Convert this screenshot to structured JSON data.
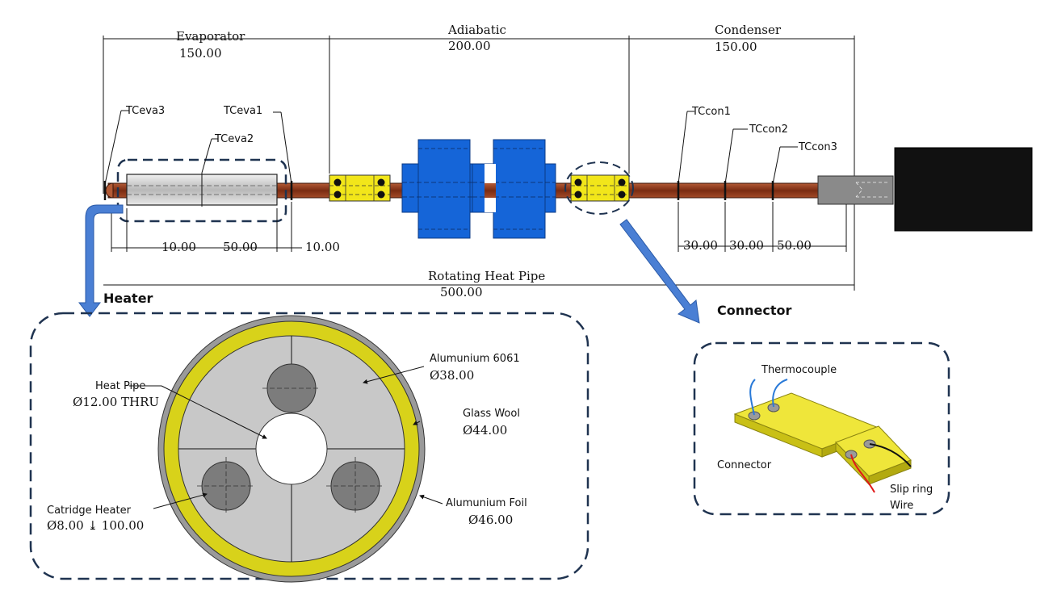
{
  "sections": [
    {
      "name": "Evaporator",
      "length": "150.00"
    },
    {
      "name": "Adiabatic",
      "length": "200.00"
    },
    {
      "name": "Condenser",
      "length": "150.00"
    }
  ],
  "total": {
    "name": "Rotating Heat Pipe",
    "length": "500.00"
  },
  "thermocouples": [
    "TCeva3",
    "TCeva1",
    "TCeva2",
    "TCcon1",
    "TCcon2",
    "TCcon3"
  ],
  "spacings_evaporator": [
    "10.00",
    "50.00",
    "10.00"
  ],
  "spacings_condenser": [
    "30.00",
    "30.00",
    "50.00"
  ],
  "heater": {
    "title": "Heater",
    "heat_pipe": {
      "name": "Heat Pipe",
      "spec": "Ø12.00 THRU"
    },
    "cartridge": {
      "name": "Catridge Heater",
      "spec": "Ø8.00 ⤓ 100.00"
    },
    "layers": [
      {
        "name": "Alumunium 6061",
        "spec": "Ø38.00"
      },
      {
        "name": "Glass Wool",
        "spec": "Ø44.00"
      },
      {
        "name": "Alumunium Foil",
        "spec": "Ø46.00"
      }
    ]
  },
  "connector": {
    "title": "Connector",
    "labels": {
      "thermocouple": "Thermocouple",
      "connector": "Connector",
      "slip_ring_1": "Slip ring",
      "slip_ring_2": "Wire"
    }
  },
  "colors": {
    "pipe": "#8b3a1f",
    "fan": "#1565d8",
    "connector": "#f2e61a",
    "heater_body": "#c8c8c8",
    "glass_wool": "#d8d21a",
    "motor": "#111111",
    "dashed_box": "#1f3350",
    "arrow": "#4a7fd4"
  }
}
